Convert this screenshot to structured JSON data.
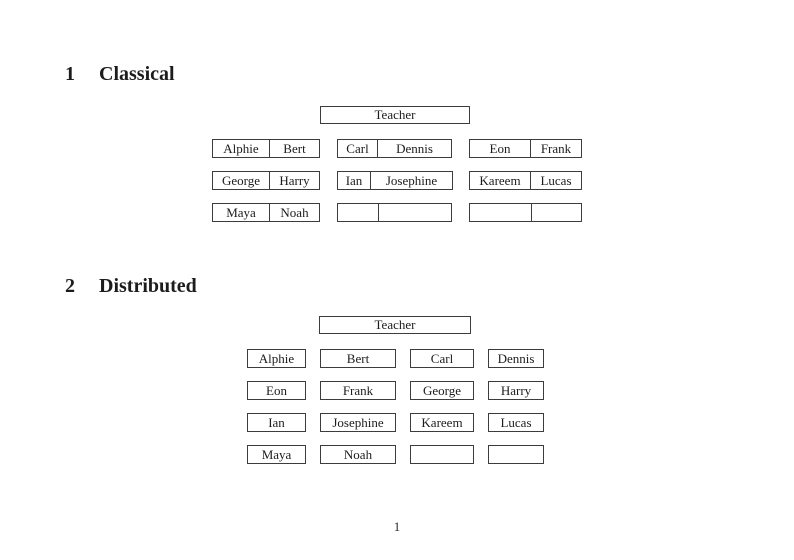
{
  "page_number": "1",
  "sections": [
    {
      "number": "1",
      "title": "Classical",
      "teacher": "Teacher",
      "desks": [
        {
          "cells": [
            "Alphie",
            "Bert"
          ]
        },
        {
          "cells": [
            "Carl",
            "Dennis"
          ]
        },
        {
          "cells": [
            "Eon",
            "Frank"
          ]
        },
        {
          "cells": [
            "George",
            "Harry"
          ]
        },
        {
          "cells": [
            "Ian",
            "Josephine"
          ]
        },
        {
          "cells": [
            "Kareem",
            "Lucas"
          ]
        },
        {
          "cells": [
            "Maya",
            "Noah"
          ]
        },
        {
          "cells": [
            "",
            ""
          ]
        },
        {
          "cells": [
            "",
            ""
          ]
        }
      ]
    },
    {
      "number": "2",
      "title": "Distributed",
      "teacher": "Teacher",
      "desks": [
        "Alphie",
        "Bert",
        "Carl",
        "Dennis",
        "Eon",
        "Frank",
        "George",
        "Harry",
        "Ian",
        "Josephine",
        "Kareem",
        "Lucas",
        "Maya",
        "Noah",
        "",
        ""
      ]
    }
  ],
  "colors": {
    "background": "#ffffff",
    "border": "#3c3c3c",
    "text": "#1c1c1c"
  }
}
